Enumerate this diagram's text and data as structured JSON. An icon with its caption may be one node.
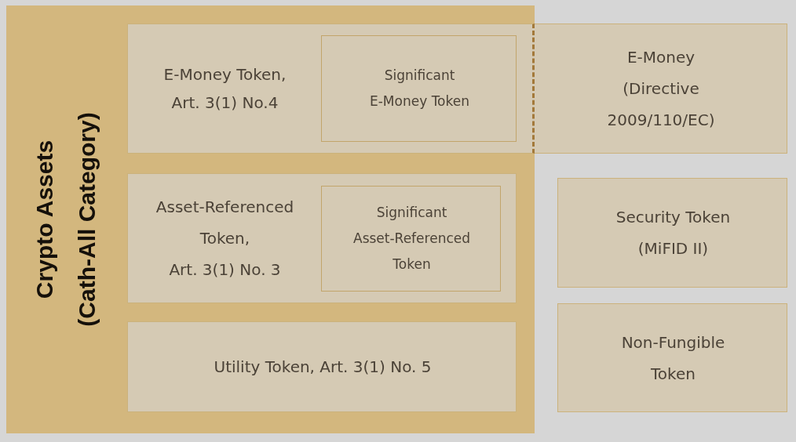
{
  "diagram": {
    "nodes": [
      {
        "text": [
          "Crypto Assets (Cath-All Category)"
        ]
      },
      {
        "text": [
          "E-Money Token, Art. 3(1) No.4"
        ],
        "in": 0
      },
      {
        "text": [
          "Significant E-Money Token"
        ],
        "in": 1
      },
      {
        "text": [
          "Asset-Referenced Token, Art. 3(1) No. 3"
        ],
        "in": 0
      },
      {
        "text": [
          "Significant Asset-Referenced Token"
        ],
        "in": 3
      },
      {
        "text": [
          "Utility Token, Art. 3(1) No. 5"
        ],
        "in": 0
      },
      {
        "text": [
          "E-Money (Directive 2009/110/EC)"
        ]
      },
      {
        "text": [
          "Security Token (MiFID II)"
        ]
      },
      {
        "text": [
          "Non-Fungible Token"
        ]
      }
    ]
  }
}
